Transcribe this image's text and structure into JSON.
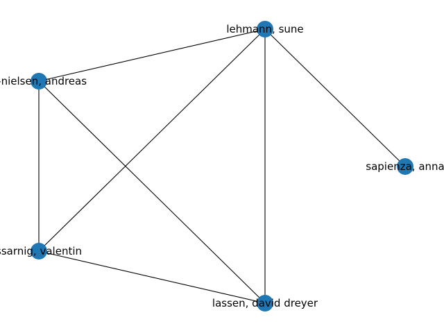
{
  "graph": {
    "node_color": "#1f77b4",
    "edge_color": "#000000",
    "nodes": [
      {
        "id": "lehmann",
        "label": "lehmann, sune"
      },
      {
        "id": "nielsen",
        "label": "e-nielsen, andreas"
      },
      {
        "id": "sapienza",
        "label": "sapienza, anna"
      },
      {
        "id": "sekara",
        "label": "ssarnig, valentin"
      },
      {
        "id": "lassen",
        "label": "lassen, david dreyer"
      }
    ],
    "edges": [
      [
        "lehmann",
        "nielsen"
      ],
      [
        "lehmann",
        "sapienza"
      ],
      [
        "lehmann",
        "sekara"
      ],
      [
        "lehmann",
        "lassen"
      ],
      [
        "nielsen",
        "sekara"
      ],
      [
        "nielsen",
        "lassen"
      ],
      [
        "sekara",
        "lassen"
      ]
    ]
  }
}
